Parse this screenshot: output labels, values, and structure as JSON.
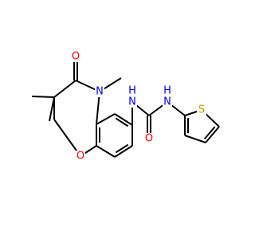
{
  "molecule": {
    "atoms": [
      {
        "id": "N-methyl",
        "label": "N",
        "color": "#0000ff"
      },
      {
        "id": "O-carbonyl",
        "label": "O",
        "color": "#ff0000"
      },
      {
        "id": "O-ring",
        "label": "O",
        "color": "#ff0000"
      },
      {
        "id": "NH-left",
        "label": "N",
        "color": "#0000ff"
      },
      {
        "id": "H-left",
        "label": "H",
        "color": "#0000ff"
      },
      {
        "id": "NH-right",
        "label": "N",
        "color": "#0000ff"
      },
      {
        "id": "H-right",
        "label": "H",
        "color": "#0000ff"
      },
      {
        "id": "O-urea",
        "label": "O",
        "color": "#ff0000"
      },
      {
        "id": "S-thiophene",
        "label": "S",
        "color": "#b8a000"
      }
    ]
  }
}
